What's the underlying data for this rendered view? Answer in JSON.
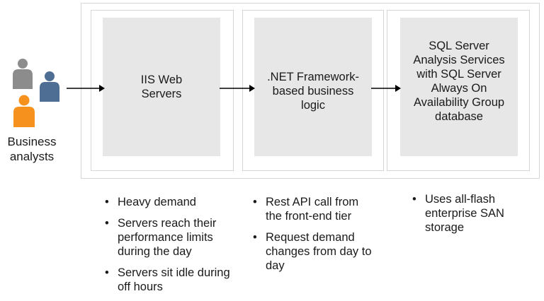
{
  "actors": {
    "caption": "Business\nanalysts",
    "icons": [
      "person-gray-icon",
      "person-blue-icon",
      "person-orange-icon"
    ],
    "colors": {
      "gray": "#8c8c8c",
      "blue": "#4e6e93",
      "orange": "#f7911d"
    }
  },
  "tiers": [
    {
      "label": "IIS Web Servers"
    },
    {
      "label": ".NET Framework-based business logic"
    },
    {
      "label": "SQL Server Analysis Services with SQL Server Always On Availability Group database"
    }
  ],
  "notes": [
    [
      "Heavy demand",
      "Servers reach their performance limits during the day",
      "Servers sit idle during off hours"
    ],
    [
      "Rest API call from the front-end tier",
      "Request demand changes from day to day"
    ],
    [
      "Uses all-flash enterprise SAN storage"
    ]
  ]
}
